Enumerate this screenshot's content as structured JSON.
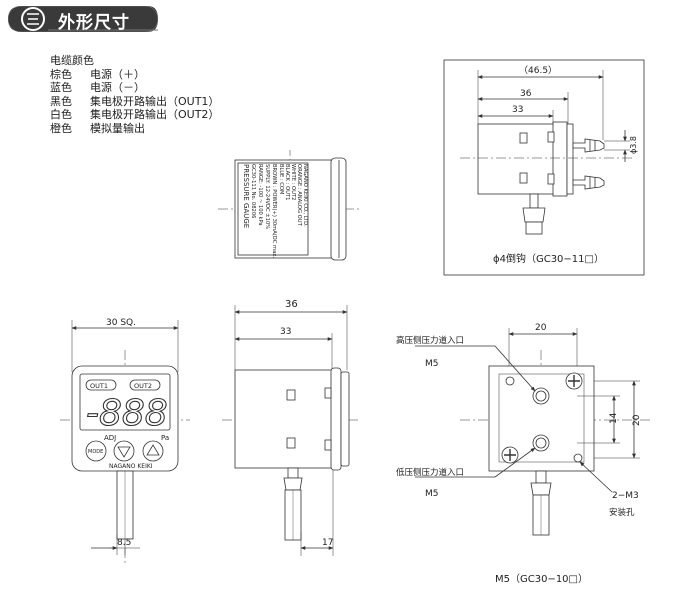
{
  "header": {
    "title": "外形尺寸"
  },
  "cable_colors": {
    "heading": "电缆颜色",
    "rows": [
      {
        "color": "棕色",
        "desc": "电源（＋）"
      },
      {
        "color": "蓝色",
        "desc": "电源（－）"
      },
      {
        "color": "黑色",
        "desc": "集电极开路输出（OUT1）"
      },
      {
        "color": "白色",
        "desc": "集电极开路输出（OUT2）"
      },
      {
        "color": "橙色",
        "desc": "模拟量输出"
      }
    ]
  },
  "top_view": {
    "label_lines": [
      "PRESSURE GAUGE",
      "GC30-111      No. 08206",
      "RANGE: -100 ~ 100 kPa",
      "SUPPLY: 12-24VDC  ±10%",
      "BROWN : POWER(+)  30mA(DC max.",
      "BLUE : COM",
      "BLACK : OUT1",
      "WHITE : OUT2",
      "ORANGE : ANALOG OUT",
      "NAGANO KEIKI CO., LTD."
    ]
  },
  "side_detail": {
    "dim_465": "（46.5）",
    "dim_36": "36",
    "dim_33": "33",
    "dim_38": "ϕ3.8",
    "caption": "ϕ4倒钩（GC30−11□）"
  },
  "front_view": {
    "dim_30sq": "30 SQ.",
    "dim_85": "8.5",
    "out1": "OUT1",
    "out2": "OUT2",
    "display": "-888",
    "adj": "ADJ",
    "mode": "MODE",
    "pa": "Pa",
    "brand": "NAGANO KEIKI"
  },
  "side_view": {
    "dim_36": "36",
    "dim_33": "33",
    "dim_17": "17"
  },
  "back_view": {
    "dim_20_top": "20",
    "dim_14": "14",
    "dim_20_right": "20",
    "high_port": "高压侧压力道入口",
    "high_m5": "M5",
    "low_port": "低压侧压力道入口",
    "low_m5": "M5",
    "m3": "2−M3",
    "mount_hole": "安装孔",
    "caption": "M5（GC30−10□）"
  }
}
